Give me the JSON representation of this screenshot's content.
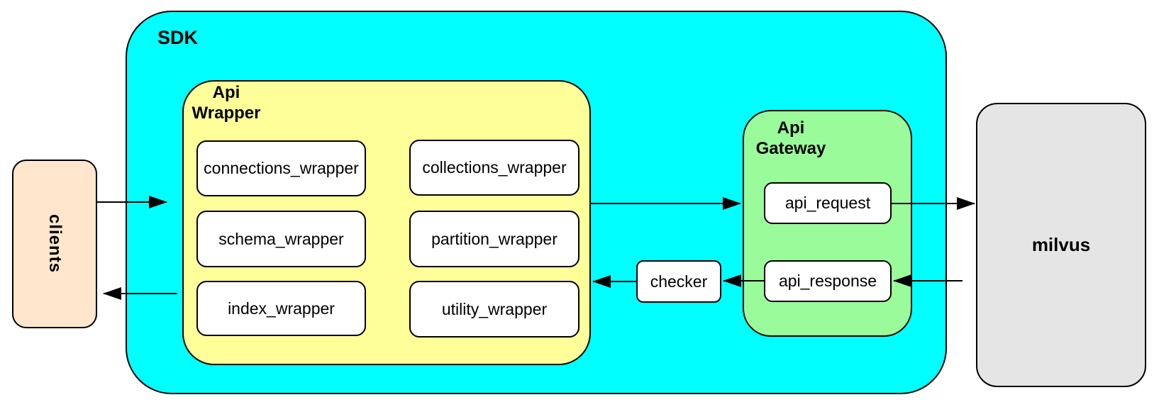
{
  "colors": {
    "sdk_fill": "#00FFFF",
    "wrapper_fill": "#FFFF99",
    "gateway_fill": "#99FB99",
    "clients_fill": "#FFE6CC",
    "milvus_fill": "#E5E5E5",
    "box_fill": "#FFFFFF",
    "stroke": "#000000"
  },
  "nodes": {
    "clients": {
      "label": "clients"
    },
    "sdk": {
      "label": "SDK"
    },
    "api_wrapper": {
      "label_line1": "Api",
      "label_line2": "Wrapper",
      "boxes": {
        "connections": "connections_wrapper",
        "collections": "collections_wrapper",
        "schema": "schema_wrapper",
        "partition": "partition_wrapper",
        "index": "index_wrapper",
        "utility": "utility_wrapper"
      }
    },
    "checker": {
      "label": "checker"
    },
    "api_gateway": {
      "label_line1": "Api",
      "label_line2": "Gateway",
      "boxes": {
        "request": "api_request",
        "response": "api_response"
      }
    },
    "milvus": {
      "label": "milvus"
    }
  },
  "arrows": [
    {
      "name": "clients-to-sdk",
      "from": "clients",
      "to": "SDK"
    },
    {
      "name": "api-wrapper-to-api-request",
      "from": "Api Wrapper",
      "to": "api_request"
    },
    {
      "name": "api-request-to-milvus",
      "from": "api_request",
      "to": "milvus"
    },
    {
      "name": "milvus-to-api-response",
      "from": "milvus",
      "to": "api_response"
    },
    {
      "name": "api-response-to-checker",
      "from": "api_response",
      "to": "checker"
    },
    {
      "name": "checker-to-api-wrapper",
      "from": "checker",
      "to": "Api Wrapper"
    },
    {
      "name": "sdk-to-clients",
      "from": "Api Wrapper",
      "to": "clients"
    }
  ]
}
